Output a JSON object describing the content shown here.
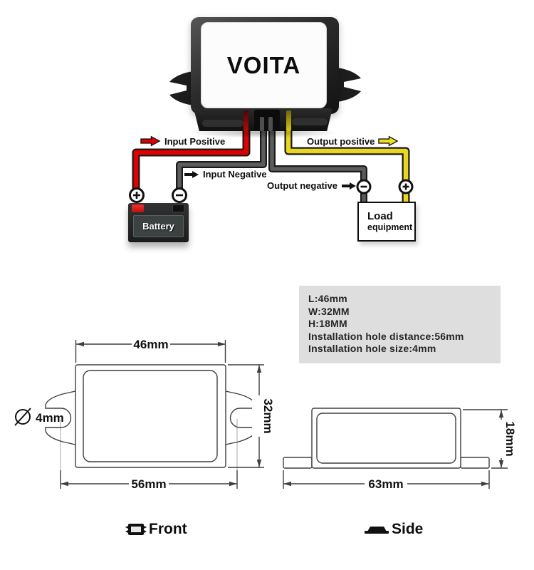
{
  "device": {
    "brand": "VOITA"
  },
  "wiring": {
    "input_positive": "Input Positive",
    "input_negative": "Input Negative",
    "output_positive": "Output positive",
    "output_negative": "Output negative",
    "battery_label": "Battery",
    "load_label_line1": "Load",
    "load_label_line2": "equipment"
  },
  "specs": {
    "lines": [
      "L:46mm",
      "W:32MM",
      "H:18MM",
      "Installation hole distance:56mm",
      "Installation hole size:4mm"
    ]
  },
  "front_view": {
    "width_top": "46mm",
    "height_right": "32mm",
    "hole_distance": "56mm",
    "hole_size": "4mm",
    "label": "Front"
  },
  "side_view": {
    "width_bottom": "63mm",
    "height_right": "18mm",
    "label": "Side"
  },
  "colors": {
    "wire_red": "#e00000",
    "wire_yellow": "#e8d71e",
    "wire_gray": "#5c5c5c",
    "wire_outline": "#1a1a1a",
    "spec_background": "#dedede"
  }
}
